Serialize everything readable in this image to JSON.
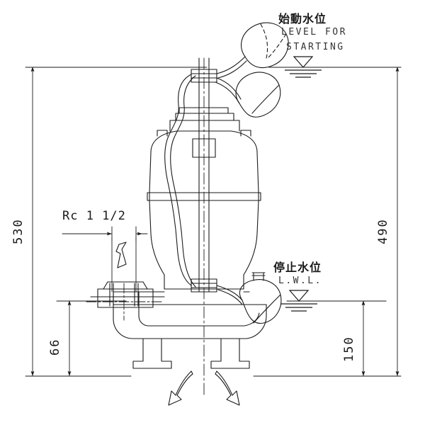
{
  "drawing": {
    "type": "submersible-pump-dimensional-drawing",
    "title": "",
    "line_color": "#1a1a1a",
    "background": "#ffffff"
  },
  "annotations": {
    "start_level": {
      "jp": "始動水位",
      "en_line1": "LEVEL FOR",
      "en_line2": "STARTING",
      "symbol": "water-level-symbol"
    },
    "stop_level": {
      "jp": "停止水位",
      "en_line1": "L.W.L.",
      "symbol": "water-level-symbol"
    }
  },
  "dimensions": {
    "overall_height": "530",
    "submergence_height": "490",
    "discharge_center_height": "66",
    "stop_level_height": "150"
  },
  "callouts": {
    "discharge_thread": "Rc 1 1/2"
  }
}
